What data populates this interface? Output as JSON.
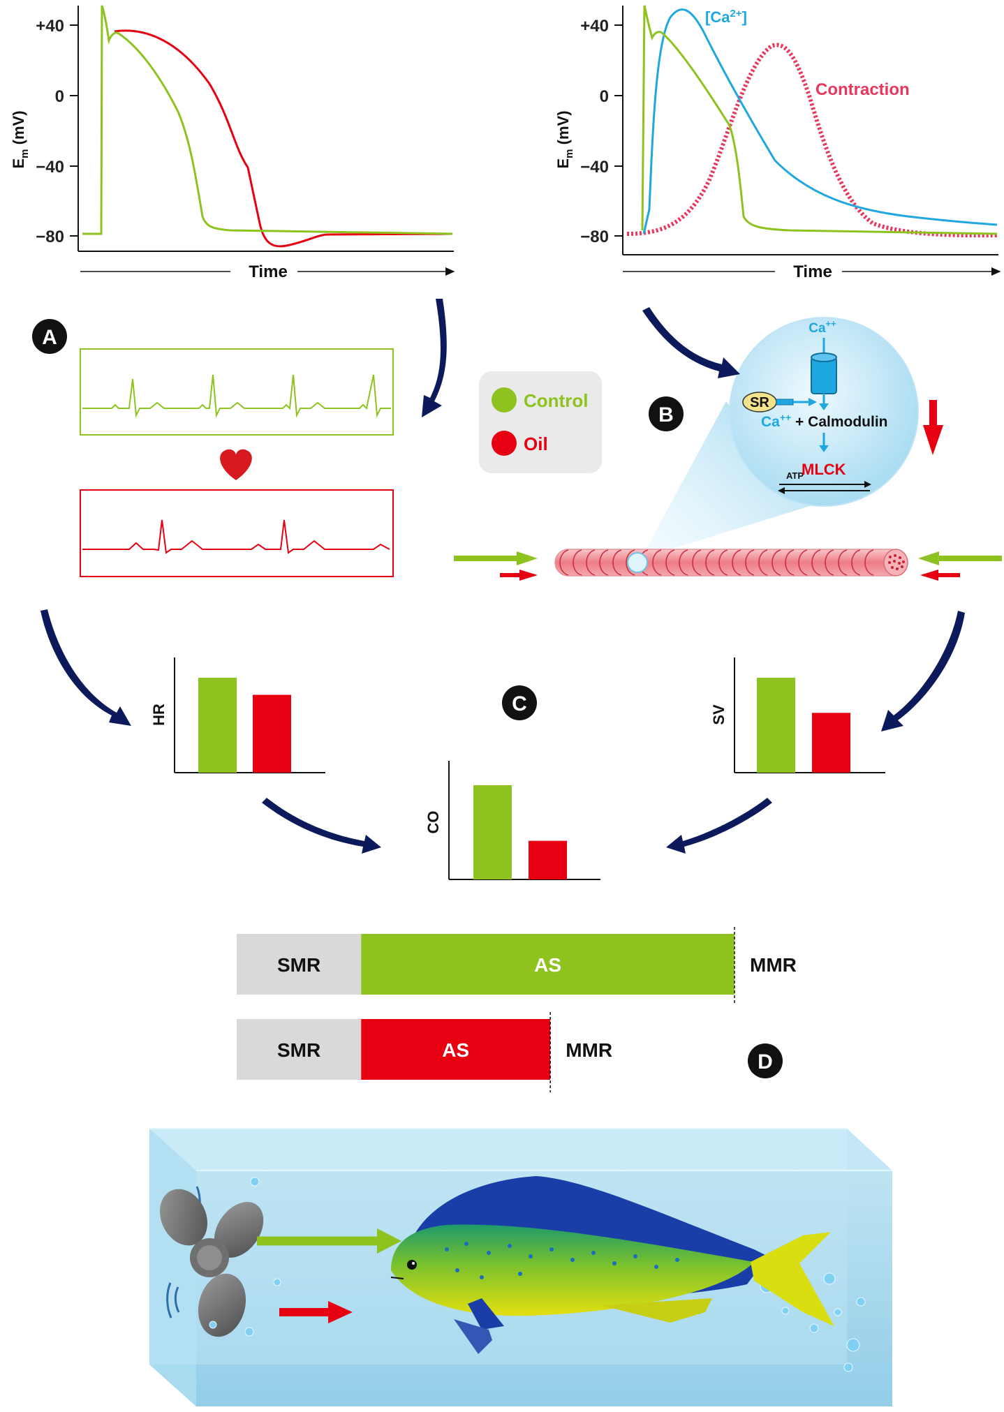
{
  "panel_a": {
    "badge": "A",
    "y_ticks": [
      "+40",
      "0",
      "−40",
      "−80"
    ],
    "y_label_main": "E",
    "y_label_sub": "m",
    "y_label_unit": " (mV)",
    "x_label": "Time"
  },
  "panel_b": {
    "badge": "B",
    "y_ticks": [
      "+40",
      "0",
      "−40",
      "−80"
    ],
    "y_label_main": "E",
    "y_label_sub": "m",
    "y_label_unit": " (mV)",
    "x_label": "Time",
    "ca_label_base": "[Ca",
    "ca_label_sup": "2+",
    "ca_label_end": "]",
    "contraction_label": "Contraction",
    "ca_in_base": "Ca",
    "ca_in_sup": "++",
    "sr_label": "SR",
    "ca_calm_base": "Ca",
    "ca_calm_sup": "++",
    "ca_calm_rest": " + Calmodulin",
    "atp_label": "ATP",
    "mlck_label": "MLCK"
  },
  "legend": {
    "control": "Control",
    "oil": "Oil"
  },
  "panel_c": {
    "badge": "C",
    "hr_label": "HR",
    "sv_label": "SV",
    "co_label": "CO",
    "hr": {
      "control": 1.0,
      "oil": 0.82
    },
    "sv": {
      "control": 1.0,
      "oil": 0.63
    },
    "co": {
      "control": 1.0,
      "oil": 0.41
    }
  },
  "panel_d": {
    "badge": "D",
    "control": {
      "smr_label": "SMR",
      "as_label": "AS",
      "mmr_label": "MMR",
      "smr": 0.25,
      "as": 0.75
    },
    "oil": {
      "smr_label": "SMR",
      "as_label": "AS",
      "mmr_label": "MMR",
      "smr": 0.25,
      "as": 0.38
    }
  },
  "colors": {
    "control": "#8dc21f",
    "oil": "#e60012",
    "calcium": "#1fa7e0",
    "contraction": "#e8365d",
    "arrow_navy": "#0c1a5c",
    "smr_grey": "#d9d9d9"
  }
}
